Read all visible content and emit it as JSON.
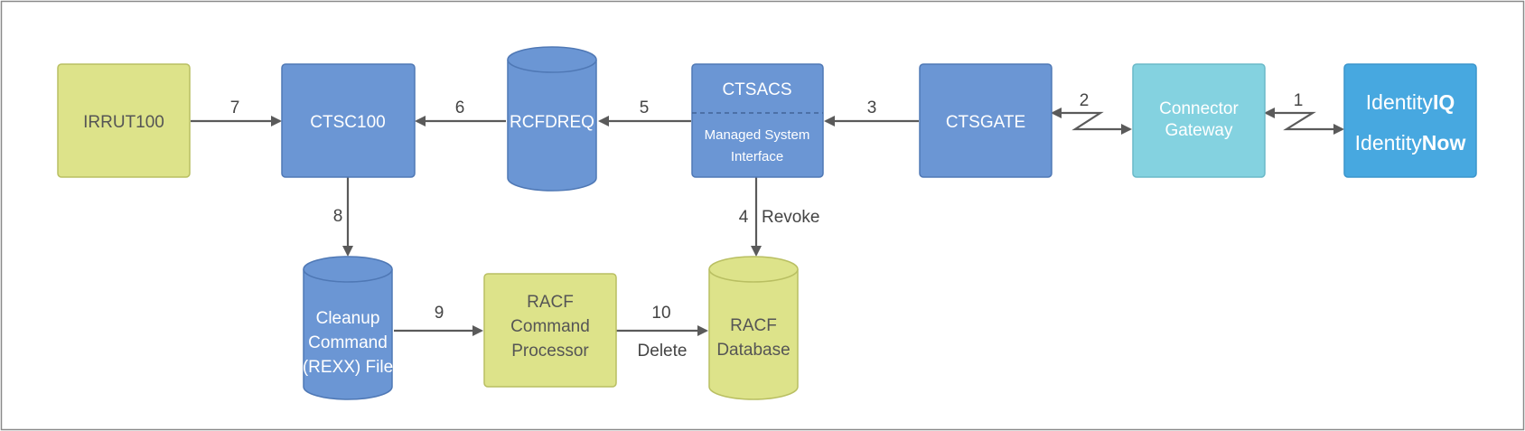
{
  "colors": {
    "yellow": "#dde38a",
    "yellow_border": "#b9bf62",
    "blue": "#6b96d4",
    "blue_border": "#4f78b5",
    "light_blue": "#84d2e0",
    "light_blue_border": "#6ab9c8",
    "identity_blue": "#47a8e0",
    "arrow": "#5a5a5a",
    "frame": "#8a8a8a"
  },
  "nodes": {
    "irrut100": "IRRUT100",
    "ctsc100": "CTSC100",
    "rcfdreq": "RCFDREQ",
    "ctsacs_title": "CTSACS",
    "ctsacs_sub_line1": "Managed System",
    "ctsacs_sub_line2": "Interface",
    "ctsgate": "CTSGATE",
    "gateway_line1": "Connector",
    "gateway_line2": "Gateway",
    "identityiq_prefix": "Identity",
    "identityiq_suffix": "IQ",
    "identitynow_prefix": "Identity",
    "identitynow_suffix": "Now",
    "cleanup_line1": "Cleanup",
    "cleanup_line2": "Command",
    "cleanup_line3": "(REXX) File",
    "racf_cmd_line1": "RACF",
    "racf_cmd_line2": "Command",
    "racf_cmd_line3": "Processor",
    "racf_db_line1": "RACF",
    "racf_db_line2": "Database"
  },
  "edges": {
    "e1": "1",
    "e2": "2",
    "e3": "3",
    "e4": "4",
    "e4_action": "Revoke",
    "e5": "5",
    "e6": "6",
    "e7": "7",
    "e8": "8",
    "e9": "9",
    "e10": "10",
    "e10_action": "Delete"
  }
}
